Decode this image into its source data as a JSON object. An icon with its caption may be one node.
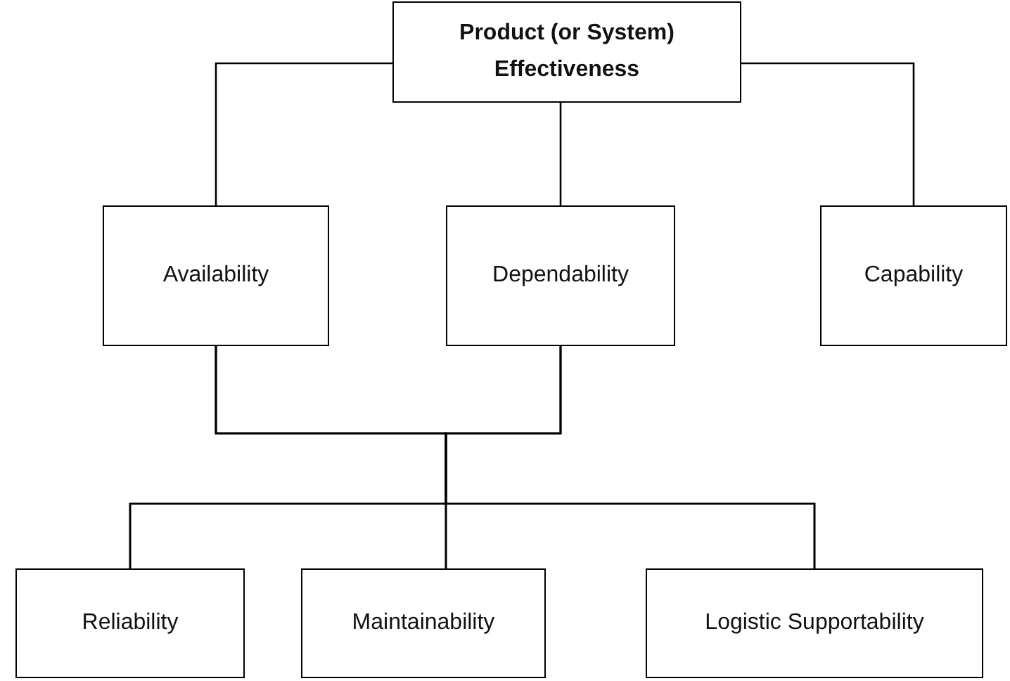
{
  "diagram": {
    "nodes": [
      {
        "text": [
          "Product (or System) Effectiveness"
        ]
      },
      {
        "text": [
          "Availability"
        ]
      },
      {
        "text": [
          "Dependability"
        ]
      },
      {
        "text": [
          "Capability"
        ]
      },
      {
        "text": [
          "Reliability"
        ]
      },
      {
        "text": [
          "Maintainability"
        ]
      },
      {
        "text": [
          "Logistic Supportability"
        ]
      }
    ],
    "edges": [
      {
        "from": 0,
        "to": 1,
        "arrow": "none"
      },
      {
        "from": 0,
        "to": 2,
        "arrow": "none"
      },
      {
        "from": 0,
        "to": 3,
        "arrow": "none"
      },
      {
        "from": 1,
        "to": 4,
        "arrow": "none"
      },
      {
        "from": 1,
        "to": 5,
        "arrow": "none"
      },
      {
        "from": 1,
        "to": 6,
        "arrow": "none"
      },
      {
        "from": 2,
        "to": 4,
        "arrow": "none"
      },
      {
        "from": 2,
        "to": 5,
        "arrow": "none"
      },
      {
        "from": 2,
        "to": 6,
        "arrow": "none"
      }
    ]
  }
}
